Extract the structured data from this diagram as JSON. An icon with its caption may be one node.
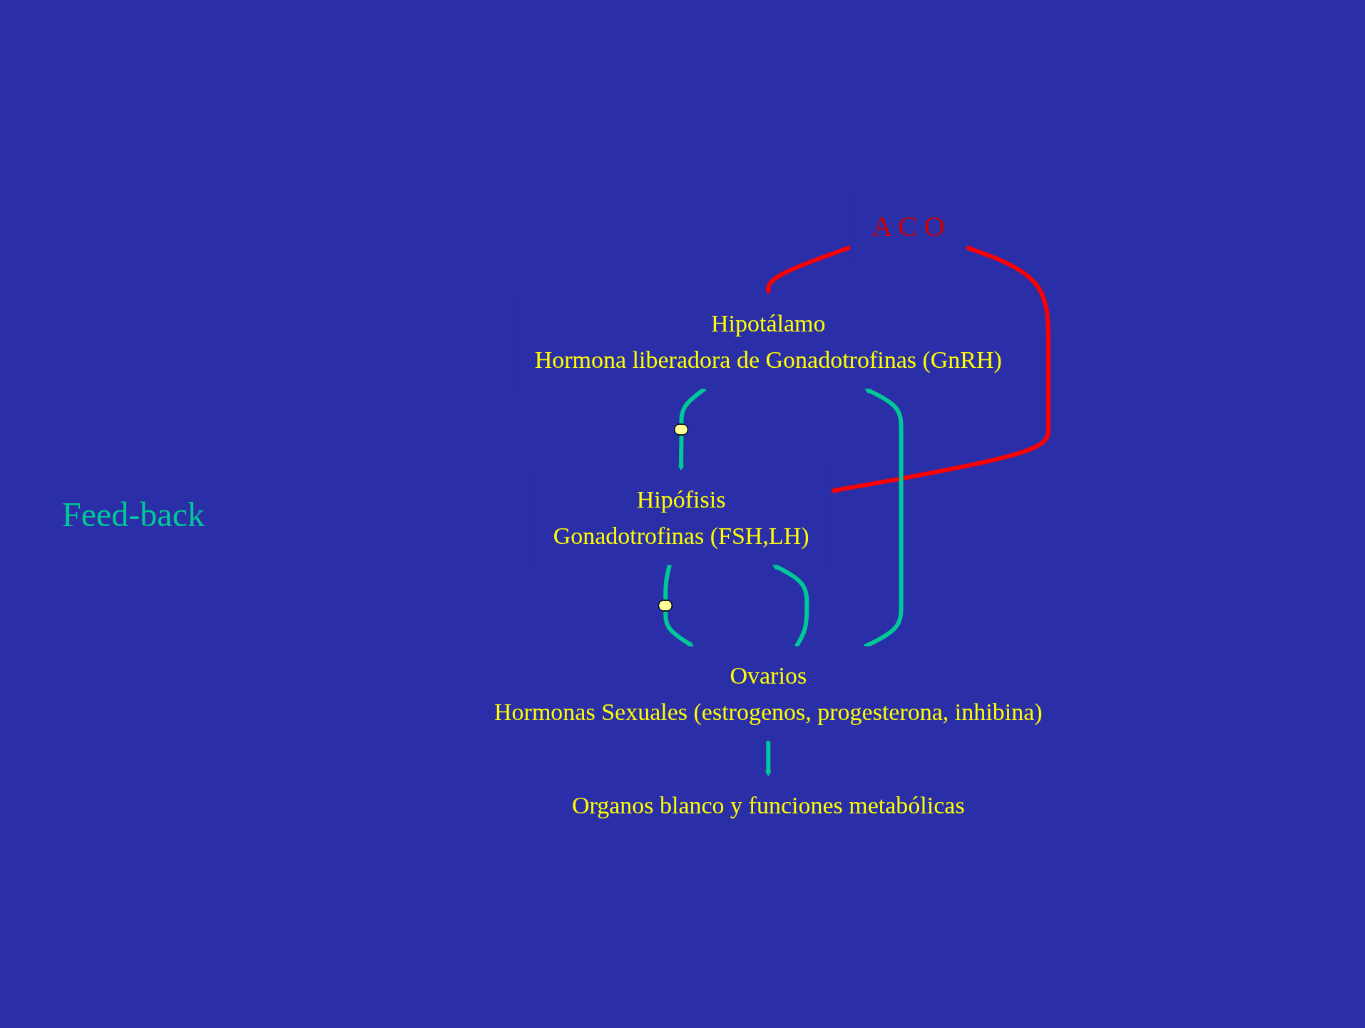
{
  "diagram": {
    "nodes": [
      {
        "text": [
          "Hipotálamo",
          "Hormona liberadora de Gonadotrofinas (GnRH)"
        ]
      },
      {
        "text": [
          "A C O"
        ]
      },
      {
        "text": [],
        "shape": "pill"
      },
      {
        "text": [
          "Hipófisis",
          "Gonadotrofinas (FSH,LH)"
        ]
      },
      {
        "text": [],
        "shape": "pill"
      },
      {
        "text": [
          "Ovarios",
          "Hormonas Sexuales (estrogenos, progesterona, inhibina)"
        ]
      },
      {
        "text": [
          "Organos blanco y funciones metabólicas"
        ]
      }
    ],
    "edges": [
      {
        "from": 1,
        "to": 0,
        "arrow": "to",
        "color": "#ff0000"
      },
      {
        "from": 0,
        "to": 2,
        "arrow": "none"
      },
      {
        "from": 2,
        "to": 3,
        "arrow": "to"
      },
      {
        "from": 1,
        "to": 3,
        "arrow": "to",
        "color": "#ff0000"
      },
      {
        "from": 3,
        "to": 4,
        "arrow": "none"
      },
      {
        "from": 4,
        "to": 5,
        "arrow": "to"
      },
      {
        "from": 5,
        "to": 0,
        "arrow": "to"
      },
      {
        "from": 5,
        "to": 3,
        "arrow": "to"
      },
      {
        "from": 5,
        "to": 6,
        "arrow": "to"
      }
    ],
    "labels": [
      "Feed-back"
    ]
  }
}
